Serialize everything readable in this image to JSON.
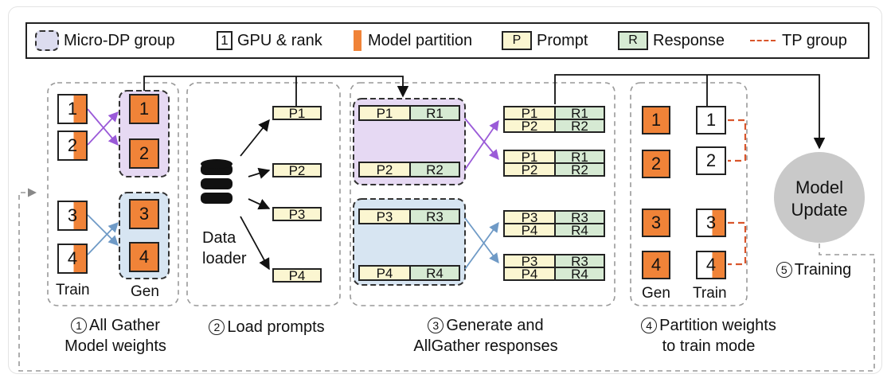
{
  "legend": {
    "micro_dp": "Micro-DP group",
    "gpu_rank_icon": "1",
    "gpu_rank": "GPU & rank",
    "model_partition": "Model partition",
    "prompt_icon": "P",
    "prompt": "Prompt",
    "response_icon": "R",
    "response": "Response",
    "tp_group": "TP group"
  },
  "stage1": {
    "train_ranks": [
      "1",
      "2",
      "3",
      "4"
    ],
    "gen_ranks": [
      "1",
      "2",
      "3",
      "4"
    ],
    "train_label": "Train",
    "gen_label": "Gen",
    "caption_num": "1",
    "caption_line1": "All Gather",
    "caption_line2": "Model weights"
  },
  "stage2": {
    "loader_line1": "Data",
    "loader_line2": "loader",
    "prompts": [
      "P1",
      "P2",
      "P3",
      "P4"
    ],
    "caption_num": "2",
    "caption": "Load prompts"
  },
  "stage3": {
    "groups": [
      {
        "rows": [
          [
            "P1",
            "R1"
          ],
          [
            "P2",
            "R2"
          ]
        ]
      },
      {
        "rows": [
          [
            "P3",
            "R3"
          ],
          [
            "P4",
            "R4"
          ]
        ]
      }
    ],
    "gathered": [
      [
        [
          "P1",
          "R1"
        ],
        [
          "P2",
          "R2"
        ]
      ],
      [
        [
          "P1",
          "R1"
        ],
        [
          "P2",
          "R2"
        ]
      ],
      [
        [
          "P3",
          "R3"
        ],
        [
          "P4",
          "R4"
        ]
      ],
      [
        [
          "P3",
          "R3"
        ],
        [
          "P4",
          "R4"
        ]
      ]
    ],
    "caption_num": "3",
    "caption_line1": "Generate and",
    "caption_line2": "AllGather responses"
  },
  "stage4": {
    "gen_ranks": [
      "1",
      "2",
      "3",
      "4"
    ],
    "train_ranks": [
      "1",
      "2",
      "3",
      "4"
    ],
    "gen_label": "Gen",
    "train_label": "Train",
    "caption_num": "4",
    "caption_line1": "Partition weights",
    "caption_line2": "to train mode"
  },
  "stage5": {
    "node_line1": "Model",
    "node_line2": "Update",
    "caption_num": "5",
    "caption": "Training"
  },
  "colors": {
    "partition": "#f08338",
    "prompt_fill": "#fbf6d1",
    "response_fill": "#d6ead3",
    "dp_group_purple": "#e6d9f3",
    "dp_group_blue": "#d7e5f2",
    "arrow_purple": "#9a5ad8",
    "arrow_blue": "#6f9ac6",
    "tp_dash": "#d9552b",
    "update_node": "#c9c9c9"
  }
}
